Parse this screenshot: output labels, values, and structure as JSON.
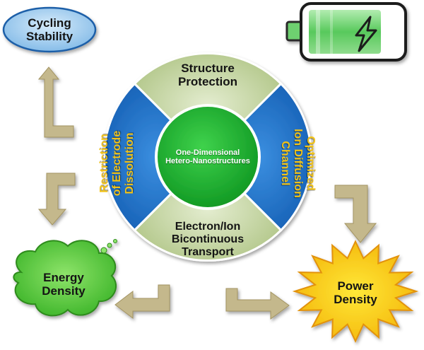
{
  "center": "One-Dimensional\nHetero-Nanostructures",
  "segments": {
    "top": "Structure\nProtection",
    "left": "Restriction\nof Electrode\nDissolution",
    "right": "Optimized\nIon Diffusion\nChannel",
    "bottom": "Electron/Ion\nBicontinuous\nTransport"
  },
  "outcomes": {
    "cycling": "Cycling\nStability",
    "energy": "Energy\nDensity",
    "power": "Power\nDensity"
  },
  "colors": {
    "segment_light": "#c6d6a4",
    "segment_blue": "#1f6fc6",
    "center_green": "#21b335",
    "arrow": "#c4b88c",
    "cycling_fill": "#a9d1f2",
    "energy_fill": "#5ed13c",
    "power_fill": "#ffe21a",
    "battery_fill": "#62d166"
  },
  "icons": [
    "battery-icon",
    "lightning-bolt-icon"
  ]
}
